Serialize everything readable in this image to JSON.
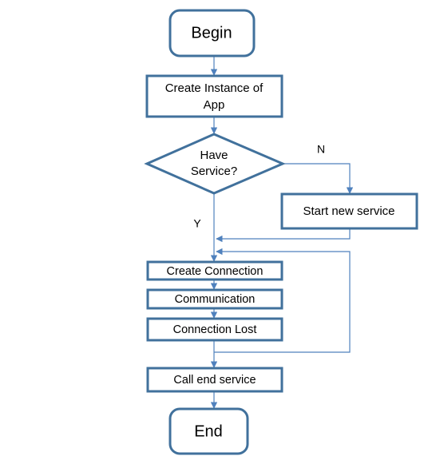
{
  "diagram": {
    "nodes": {
      "begin": {
        "label": "Begin"
      },
      "create_instance": {
        "line1": "Create Instance of",
        "line2": "App"
      },
      "have_service": {
        "line1": "Have",
        "line2": "Service?"
      },
      "start_new_service": {
        "label": "Start new service"
      },
      "create_connection": {
        "label": "Create Connection"
      },
      "communication": {
        "label": "Communication"
      },
      "connection_lost": {
        "label": "Connection Lost"
      },
      "call_end_service": {
        "label": "Call end service"
      },
      "end": {
        "label": "End"
      }
    },
    "branches": {
      "no": "N",
      "yes": "Y"
    },
    "colors": {
      "node_stroke": "#41719c",
      "edge_stroke": "#4f81bd",
      "text": "#000000",
      "background": "#ffffff"
    }
  }
}
